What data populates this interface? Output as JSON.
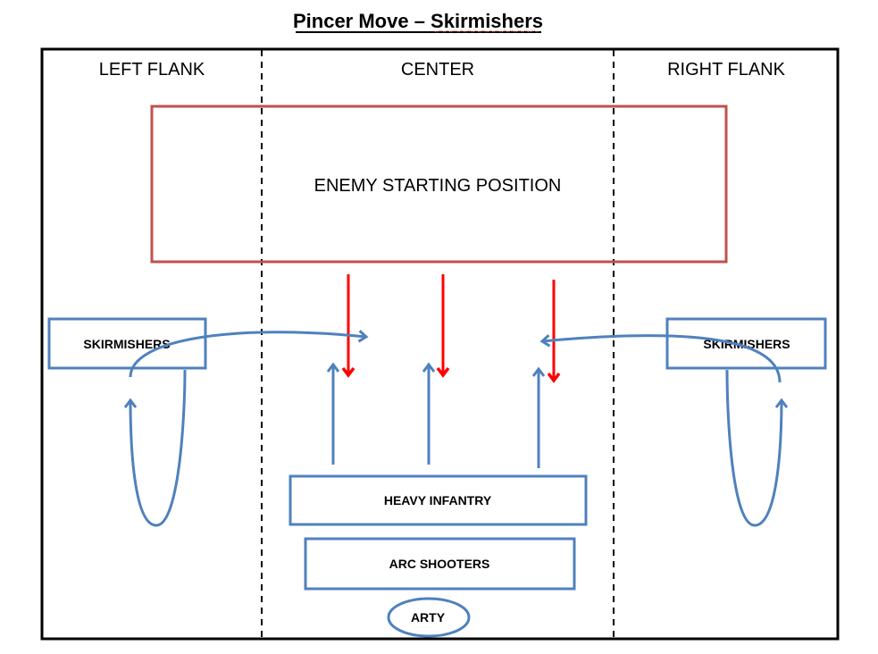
{
  "title": "Pincer Move – Skirmishers",
  "zones": {
    "left": "LEFT FLANK",
    "center": "CENTER",
    "right": "RIGHT FLANK"
  },
  "enemy": {
    "label": "ENEMY STARTING POSITION"
  },
  "units": {
    "left_skirmishers": "SKIRMISHERS",
    "right_skirmishers": "SKIRMISHERS",
    "heavy_infantry": "HEAVY INFANTRY",
    "arc_shooters": "ARC SHOOTERS",
    "arty": "ARTY"
  },
  "colors": {
    "frame": "#000000",
    "enemy_border": "#c0504d",
    "friendly": "#4f81bd",
    "enemy_arrow": "#ff0000",
    "text": "#000000"
  }
}
